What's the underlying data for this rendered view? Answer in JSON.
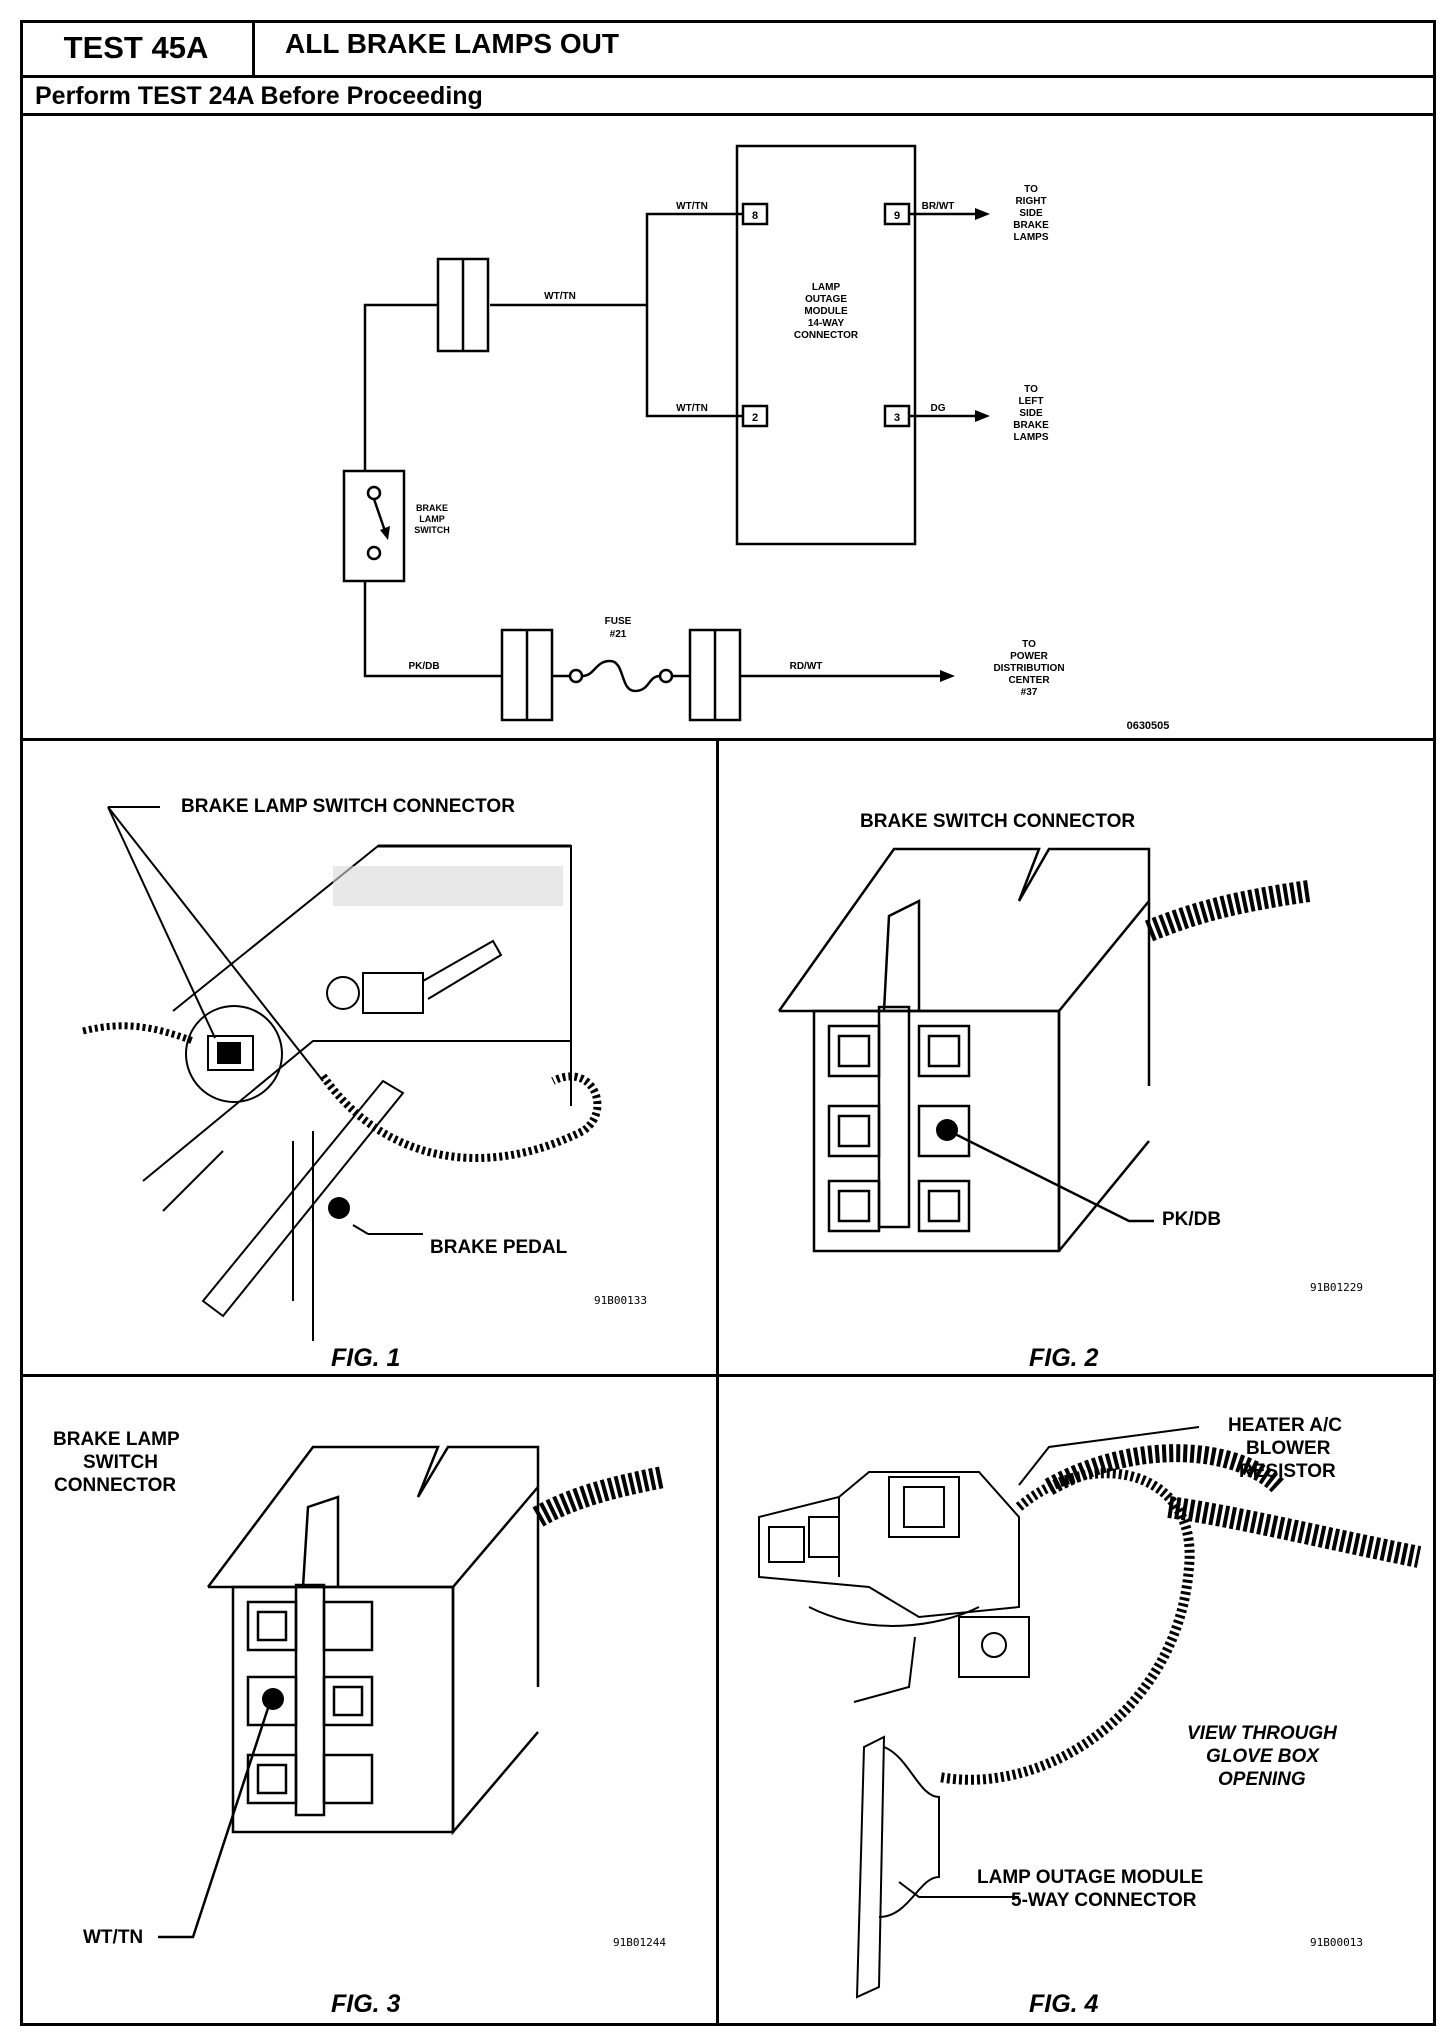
{
  "header": {
    "test_id": "TEST 45A",
    "title": "ALL BRAKE LAMPS OUT",
    "subheader": "Perform TEST 24A Before Proceeding"
  },
  "schematic": {
    "module_label": [
      "LAMP",
      "OUTAGE",
      "MODULE",
      "14-WAY",
      "CONNECTOR"
    ],
    "pins": {
      "top_left": "8",
      "top_right": "9",
      "bottom_left": "2",
      "bottom_right": "3"
    },
    "wires": {
      "top_left": "WT/TN",
      "main": "WT/TN",
      "bottom_left": "WT/TN",
      "top_right": "BR/WT",
      "bottom_right": "DG",
      "pk_db": "PK/DB",
      "rd_wt": "RD/WT"
    },
    "right_side": [
      "TO",
      "RIGHT",
      "SIDE",
      "BRAKE",
      "LAMPS"
    ],
    "left_side": [
      "TO",
      "LEFT",
      "SIDE",
      "BRAKE",
      "LAMPS"
    ],
    "switch_label": [
      "BRAKE",
      "LAMP",
      "SWITCH"
    ],
    "fuse_label": [
      "FUSE",
      "#21"
    ],
    "power_label": [
      "TO",
      "POWER",
      "DISTRIBUTION",
      "CENTER",
      "#37"
    ],
    "code": "0630505"
  },
  "fig1": {
    "label": "FIG. 1",
    "callout_connector": "BRAKE LAMP SWITCH CONNECTOR",
    "callout_pedal": "BRAKE PEDAL",
    "code": "91B00133"
  },
  "fig2": {
    "label": "FIG. 2",
    "title": "BRAKE SWITCH CONNECTOR",
    "callout_pin": "PK/DB",
    "code": "91B01229"
  },
  "fig3": {
    "label": "FIG. 3",
    "title": [
      "BRAKE LAMP",
      "SWITCH",
      "CONNECTOR"
    ],
    "callout_pin": "WT/TN",
    "code": "91B01244"
  },
  "fig4": {
    "label": "FIG. 4",
    "callout_resistor": [
      "HEATER A/C",
      "BLOWER",
      "RESISTOR"
    ],
    "callout_view": [
      "VIEW THROUGH",
      "GLOVE BOX",
      "OPENING"
    ],
    "callout_module": [
      "LAMP OUTAGE MODULE",
      "5-WAY CONNECTOR"
    ],
    "code": "91B00013"
  }
}
